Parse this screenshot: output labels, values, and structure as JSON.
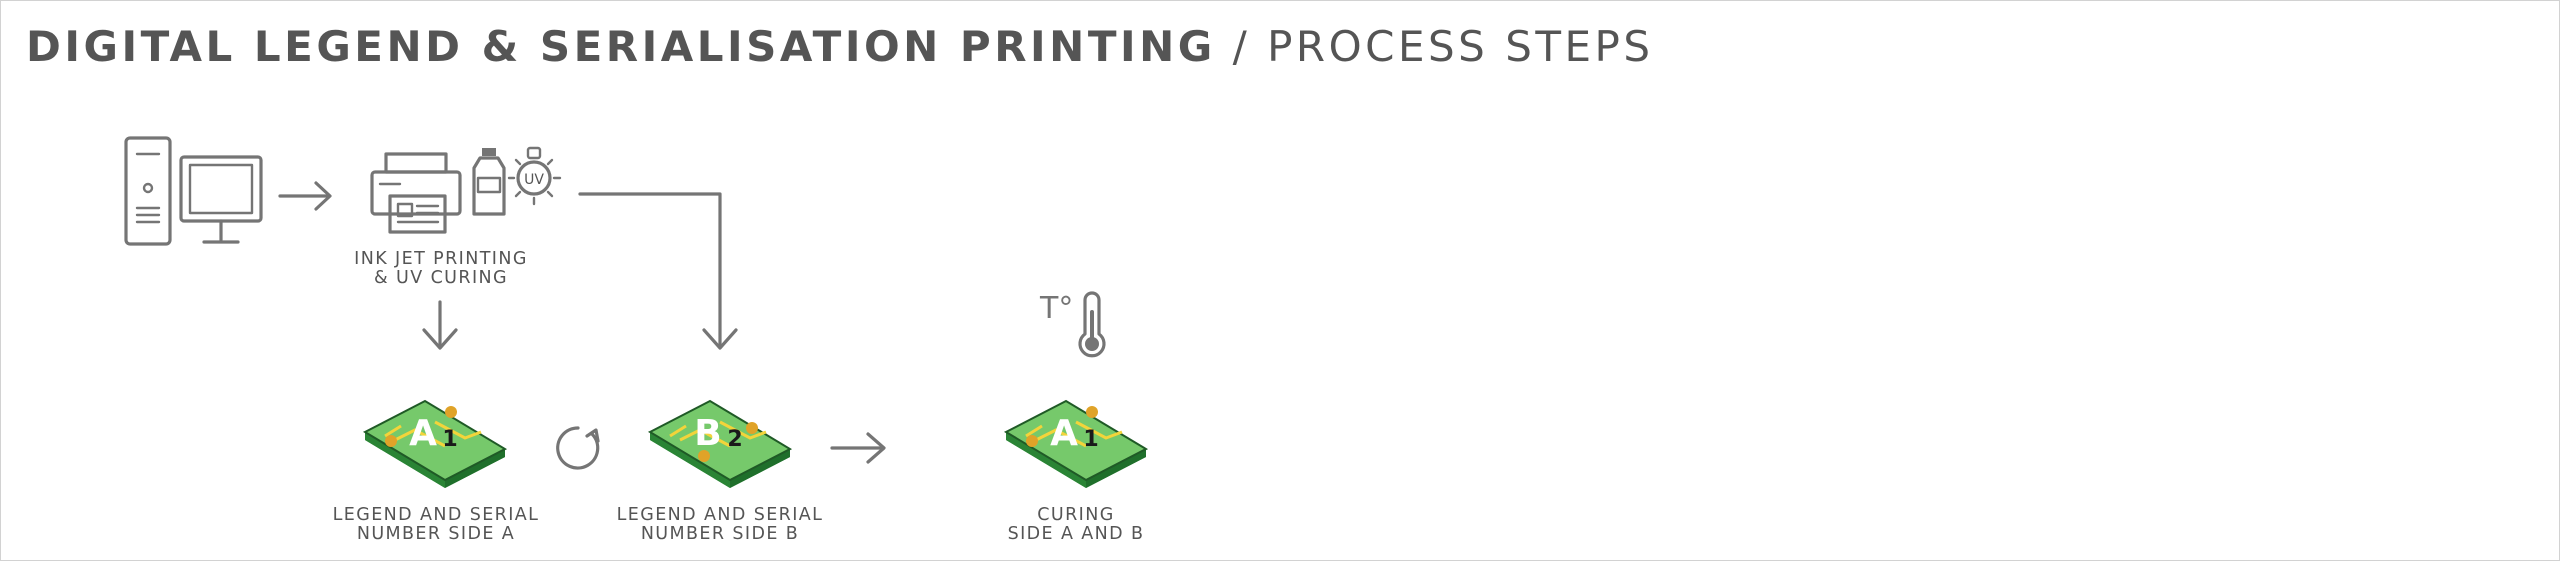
{
  "header": {
    "title_main": "DIGITAL LEGEND & SERIALISATION PRINTING",
    "title_separator": " / ",
    "title_sub": "PROCESS STEPS"
  },
  "steps": {
    "printing": {
      "line1": "INK JET PRINTING",
      "line2": "& UV CURING"
    },
    "side_a": {
      "line1": "LEGEND AND SERIAL",
      "line2": "NUMBER SIDE A"
    },
    "side_b": {
      "line1": "LEGEND AND SERIAL",
      "line2": "NUMBER SIDE B"
    },
    "curing": {
      "line1": "CURING",
      "line2": "SIDE A AND B"
    }
  },
  "icons": {
    "uv_lamp_label": "UV",
    "temperature_label": "T°"
  },
  "boards": {
    "side_a": {
      "letter": "A",
      "number": "1"
    },
    "side_b": {
      "letter": "B",
      "number": "2"
    },
    "cured": {
      "letter": "A",
      "number": "1"
    }
  },
  "colors": {
    "board_top": "#76c96b",
    "board_side": "#2f8f3a",
    "board_edge": "#1f5a26",
    "trace": "#f3d43a",
    "pad": "#e0a328",
    "icon_gray": "#757575",
    "text_gray": "#555555"
  }
}
